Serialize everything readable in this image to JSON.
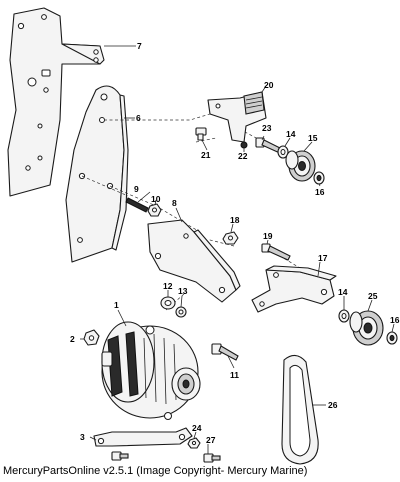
{
  "callouts": {
    "c1": "1",
    "c2": "2",
    "c3": "3",
    "c6": "6",
    "c7": "7",
    "c8": "8",
    "c9": "9",
    "c10": "10",
    "c11": "11",
    "c12": "12",
    "c13": "13",
    "c14a": "14",
    "c14b": "14",
    "c15": "15",
    "c16a": "16",
    "c16b": "16",
    "c17": "17",
    "c18": "18",
    "c19": "19",
    "c20": "20",
    "c21": "21",
    "c22": "22",
    "c23": "23",
    "c24": "24",
    "c25": "25",
    "c26": "26",
    "c27": "27"
  },
  "footer": {
    "text": "MercuryPartsOnline v2.5.1 (Image Copyright- Mercury Marine)"
  }
}
